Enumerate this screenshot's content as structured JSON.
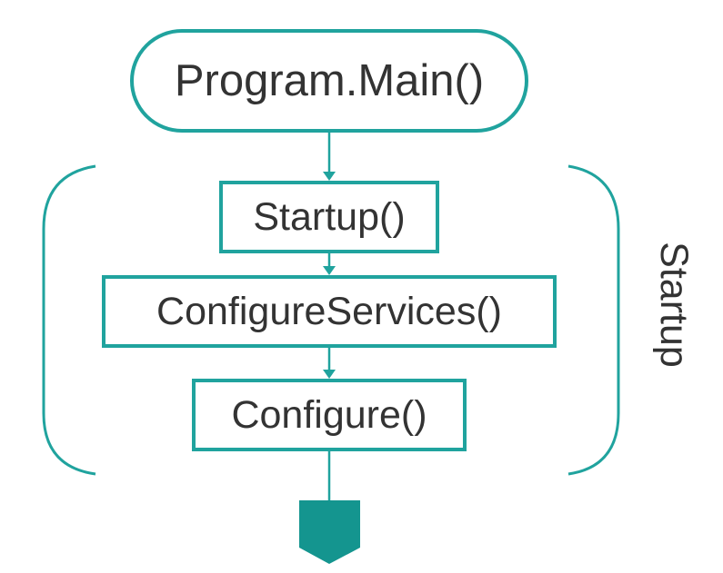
{
  "colors": {
    "accent": "#20a39e",
    "text": "#333333",
    "background": "#ffffff"
  },
  "nodes": {
    "main": {
      "label": "Program.Main()",
      "shape": "terminator"
    },
    "startup": {
      "label": "Startup()",
      "shape": "process"
    },
    "configure_services": {
      "label": "ConfigureServices()",
      "shape": "process"
    },
    "configure": {
      "label": "Configure()",
      "shape": "process"
    }
  },
  "group": {
    "label": "Startup",
    "members": [
      "startup",
      "configure_services",
      "configure"
    ]
  },
  "edges": [
    {
      "from": "main",
      "to": "startup"
    },
    {
      "from": "startup",
      "to": "configure_services"
    },
    {
      "from": "configure_services",
      "to": "configure"
    },
    {
      "from": "configure",
      "to": "exit"
    }
  ],
  "exit": {
    "shape": "off-page-connector"
  }
}
